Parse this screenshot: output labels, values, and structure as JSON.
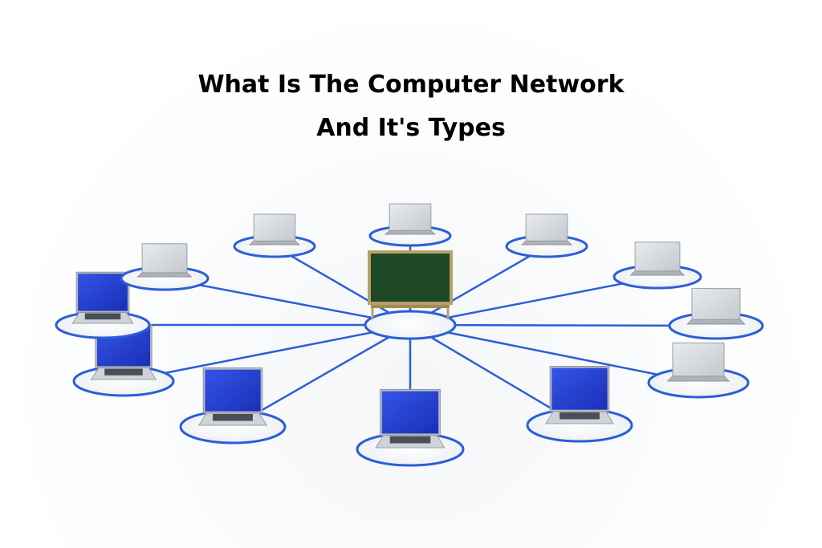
{
  "title": {
    "line1": "What Is The Computer Network",
    "line2": "And It's Types"
  },
  "diagram": {
    "topology": "star",
    "hub": "whiteboard",
    "nodes": [
      {
        "name": "laptop-1",
        "type": "laptop",
        "screen": "back"
      },
      {
        "name": "laptop-2",
        "type": "laptop",
        "screen": "back"
      },
      {
        "name": "laptop-3",
        "type": "laptop",
        "screen": "back"
      },
      {
        "name": "laptop-4",
        "type": "laptop",
        "screen": "back"
      },
      {
        "name": "laptop-5",
        "type": "laptop",
        "screen": "back"
      },
      {
        "name": "laptop-6",
        "type": "laptop",
        "screen": "back"
      },
      {
        "name": "laptop-7",
        "type": "laptop",
        "screen": "blue"
      },
      {
        "name": "laptop-8",
        "type": "laptop",
        "screen": "blue"
      },
      {
        "name": "laptop-9",
        "type": "laptop",
        "screen": "blue"
      },
      {
        "name": "laptop-10",
        "type": "laptop",
        "screen": "blue"
      },
      {
        "name": "laptop-11",
        "type": "laptop",
        "screen": "blue"
      },
      {
        "name": "laptop-12",
        "type": "laptop",
        "screen": "back"
      }
    ]
  },
  "colors": {
    "link": "#2a5fd6",
    "ring": "#2a5fd6",
    "screen": "#1f3fd1",
    "board": "#1d4a24",
    "board_frame": "#b9a068",
    "laptop_body": "#cfd3d8",
    "laptop_back": "#dfe2e6"
  }
}
